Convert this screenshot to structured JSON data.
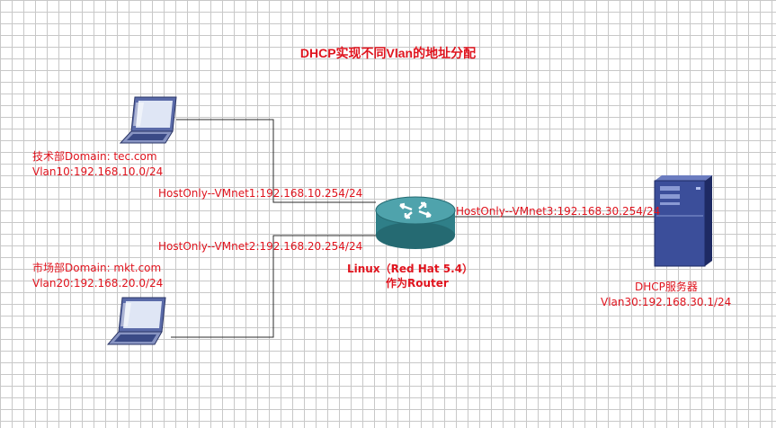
{
  "title": "DHCP实现不同Vlan的地址分配",
  "nodes": {
    "pc_tech": {
      "line1": "技术部Domain: tec.com",
      "line2": "Vlan10:192.168.10.0/24"
    },
    "pc_market": {
      "line1": "市场部Domain: mkt.com",
      "line2": "Vlan20:192.168.20.0/24"
    },
    "router": {
      "line1": "Linux（Red Hat 5.4）",
      "line2": "作为Router"
    },
    "server": {
      "line1": "DHCP服务器",
      "line2": "Vlan30:192.168.30.1/24"
    }
  },
  "links": {
    "vmnet1": "HostOnly--VMnet1:192.168.10.254/24",
    "vmnet2": "HostOnly--VMnet2:192.168.20.254/24",
    "vmnet3": "HostOnly--VMnet3:192.168.30.254/24"
  },
  "colors": {
    "label": "#e0141e",
    "line": "#2b2b2b",
    "router": "#2f7f88",
    "server": "#3b4e9a",
    "laptop": "#5a6aa8"
  }
}
